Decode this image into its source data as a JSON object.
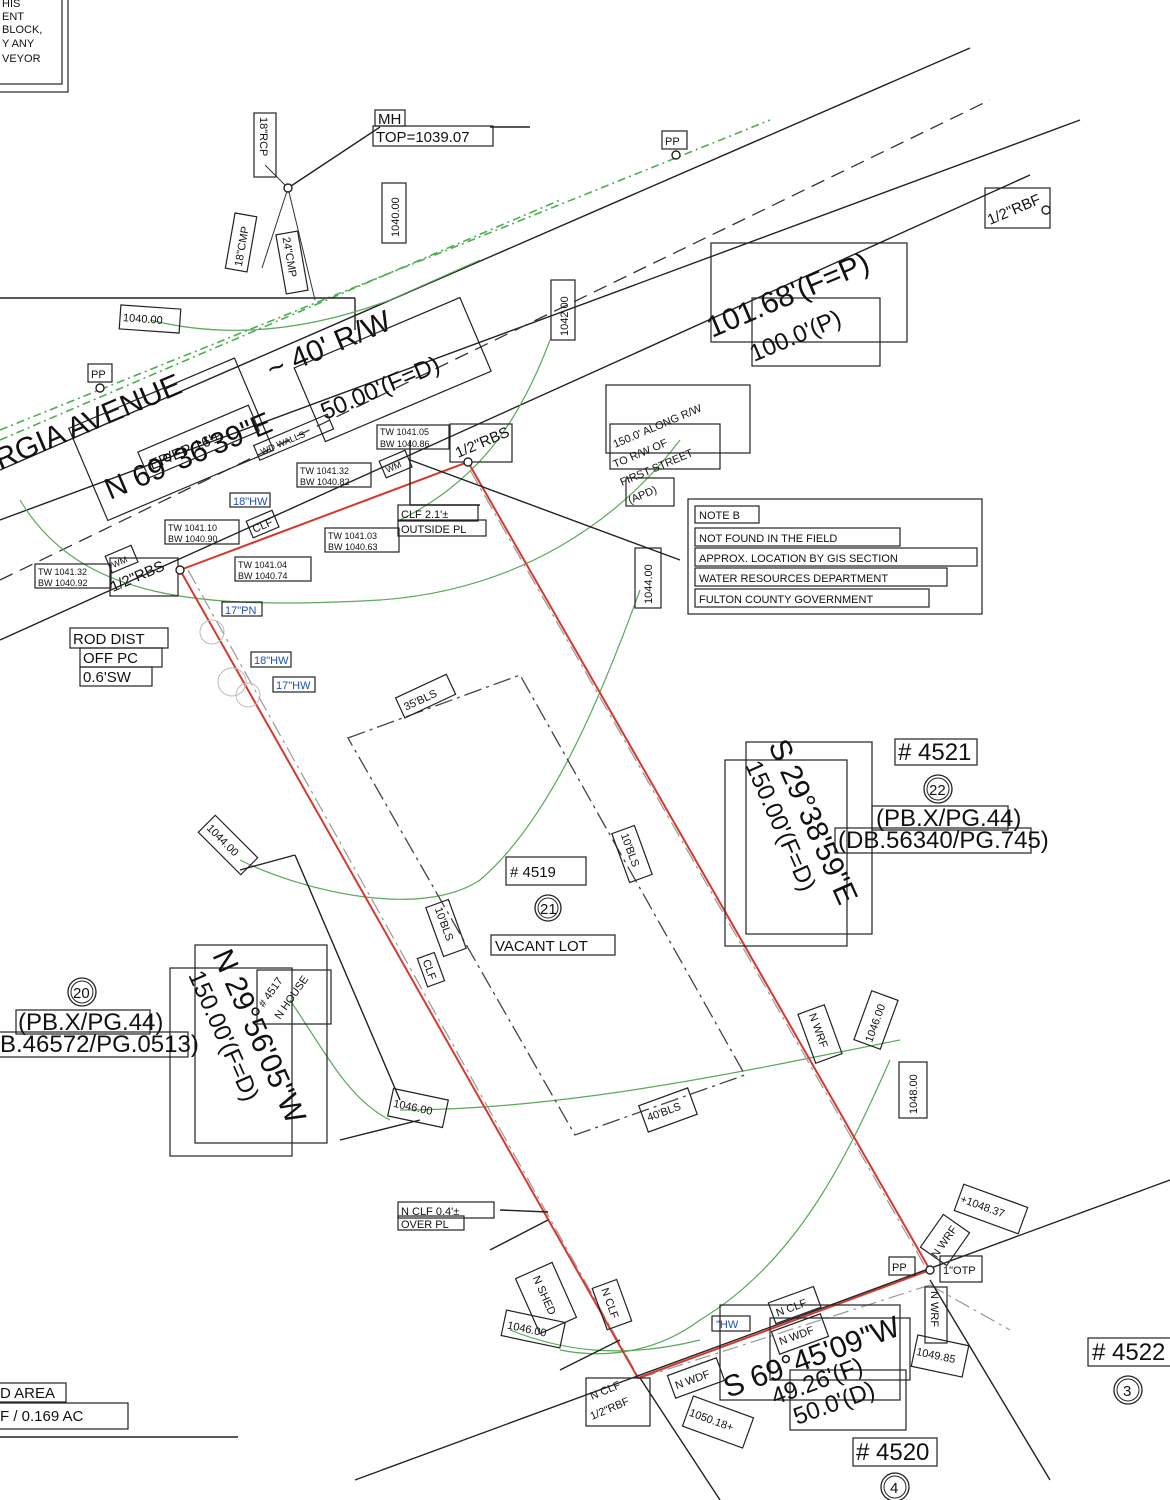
{
  "title_block": {
    "lines": [
      "HIS",
      "ENT",
      "BLOCK,",
      "Y  ANY",
      "VEYOR"
    ]
  },
  "street": {
    "name": "RGIA  AVENUE",
    "row_width": "~  40'  R/W",
    "bearing": "N  69°36'39\"E",
    "distance": "50.00'(F=D)",
    "ep": "EP/EP 16'±"
  },
  "utilities": {
    "mh": "MH",
    "mh_top": "TOP=1039.07",
    "rcp": "18\"RCP",
    "cmp18": "18\"CMP",
    "cmp24": "24\"CMP",
    "pp": "PP",
    "wm": "WM",
    "wd_wall": "WD  WALLS"
  },
  "elevations": {
    "e1040": "1040.00",
    "e1040b": "1040.00",
    "e1042": "1042.00",
    "e1044a": "1044.00",
    "e1044b": "1044.00",
    "e1046a": "1046.00",
    "e1046b": "1046.00",
    "e1046c": "1046.00",
    "e1048": "1048.00",
    "e1048_37": "+1048.37",
    "e1049_85": "1049.85",
    "e1050_18": "1050.18+"
  },
  "walls": [
    {
      "tw": "TW  1041.05",
      "bw": "BW  1040.86"
    },
    {
      "tw": "TW  1041.32",
      "bw": "BW  1040.82"
    },
    {
      "tw": "TW  1041.10",
      "bw": "BW  1040.90"
    },
    {
      "tw": "TW  1041.03",
      "bw": "BW  1040.63"
    },
    {
      "tw": "TW  1041.04",
      "bw": "BW  1040.74"
    },
    {
      "tw": "TW  1041.32",
      "bw": "BW  1040.92"
    }
  ],
  "pins": {
    "rbs1": "1/2\"RBS",
    "rbs2": "1/2\"RBS",
    "rbf1": "1/2\"RBF",
    "rbf2": "1/2\"RBF",
    "otp": "1\"OTP"
  },
  "frontage": {
    "field": "101.68'(F=P)",
    "plat": "100.0'(P)"
  },
  "along_row": [
    "150.0'  ALONG  R/W",
    "TO  R/W  OF",
    "FIRST  STREET",
    "(APD)"
  ],
  "note_b": {
    "title": "NOTE  B",
    "lines": [
      "NOT  FOUND  IN  THE  FIELD",
      "APPROX.  LOCATION  BY  GIS  SECTION",
      "WATER  RESOURCES  DEPARTMENT",
      "FULTON  COUNTY  GOVERNMENT"
    ]
  },
  "clf": {
    "clf_outside": [
      "CLF  2.1'±",
      "OUTSIDE  PL"
    ],
    "clf_over": [
      "N  CLF  0.4'±",
      "OVER  PL"
    ],
    "clf": "CLF",
    "n_clf": "N  CLF",
    "n_clf2": "N  CLF"
  },
  "rod_dist": [
    "ROD  DIST",
    "OFF  PC",
    "0.6'SW"
  ],
  "trees": {
    "hw18a": "18\"HW",
    "hw18b": "18\"HW",
    "hw17": "17\"HW",
    "pn17": "17\"PN",
    "hw_s": "\"HW"
  },
  "lot": {
    "number": "#  4519",
    "id": "21",
    "status": "VACANT  LOT",
    "bls35": "35'BLS",
    "bls10a": "10'BLS",
    "bls10b": "10'BLS",
    "bls40": "40'BLS"
  },
  "east_line": {
    "bearing": "S  29°38'59\"E",
    "distance": "150.00'(F=D)"
  },
  "west_line": {
    "bearing": "N  29°56'05\"W",
    "distance": "150.00'(F=D)"
  },
  "rear_line": {
    "bearing": "S  69°45'09\"W",
    "field": "49.26'(F)",
    "deed": "50.0'(D)"
  },
  "lot_4521": {
    "number": "#  4521",
    "id": "22",
    "plat": "(PB.X/PG.44)",
    "deed": "(DB.56340/PG.745)"
  },
  "lot_20": {
    "id": "20",
    "plat": "(PB.X/PG.44)",
    "deed": "B.46572/PG.0513)",
    "house_no": "#  4517",
    "house": "N  HOUSE"
  },
  "lot_4522": {
    "number": "#  4522",
    "id": "3"
  },
  "lot_4520": {
    "number": "#  4520",
    "id": "4"
  },
  "rear_items": {
    "n_wrf1": "N  WRF",
    "n_wrf2": "N  WRF",
    "n_wrf3": "N  WRF",
    "n_wdf1": "N  WDF",
    "n_wdf2": "N  WDF",
    "n_shed": "N  SHED",
    "pp": "PP"
  },
  "area": {
    "label": "D  AREA",
    "value": "F  /  0.169  AC"
  }
}
